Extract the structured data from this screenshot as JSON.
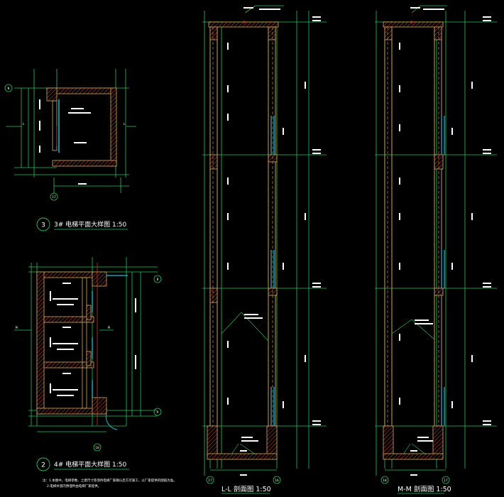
{
  "drawing": {
    "background": "#000000",
    "colors": {
      "dimension": "#22c55e",
      "wall": "#d7a85a",
      "wall_hatch": "#c0392b",
      "axis": "#c0392b",
      "glass": "#22b8d6",
      "text": "#ffffff"
    },
    "plan3": {
      "number": "3",
      "title": "3# 电梯平面大样图 1:50",
      "axis_top": "N",
      "axis_bottom": "17",
      "section_marks": [
        "L",
        "L"
      ]
    },
    "plan4": {
      "number": "2",
      "title": "4# 电梯平面大样图 1:50",
      "axis_right_top": "B",
      "axis_right_bottom": "A",
      "axis_bottom": "18",
      "section_marks": [
        "M",
        "M"
      ],
      "notes": [
        "注：1.本图中，电梯参数、土建尺寸等须待电梯厂家确认后方可施工，以厂家提供的图纸为准。",
        "2.电梯井道内预埋件由电梯厂家提供。"
      ]
    },
    "sectionL": {
      "title": "L-L 剖面图 1:50",
      "axis_bottom_left": "17",
      "axis_bottom_right": "16"
    },
    "sectionM": {
      "title": "M-M 剖面图 1:50",
      "axis_bottom_left": "18",
      "axis_bottom_right": "17"
    }
  }
}
